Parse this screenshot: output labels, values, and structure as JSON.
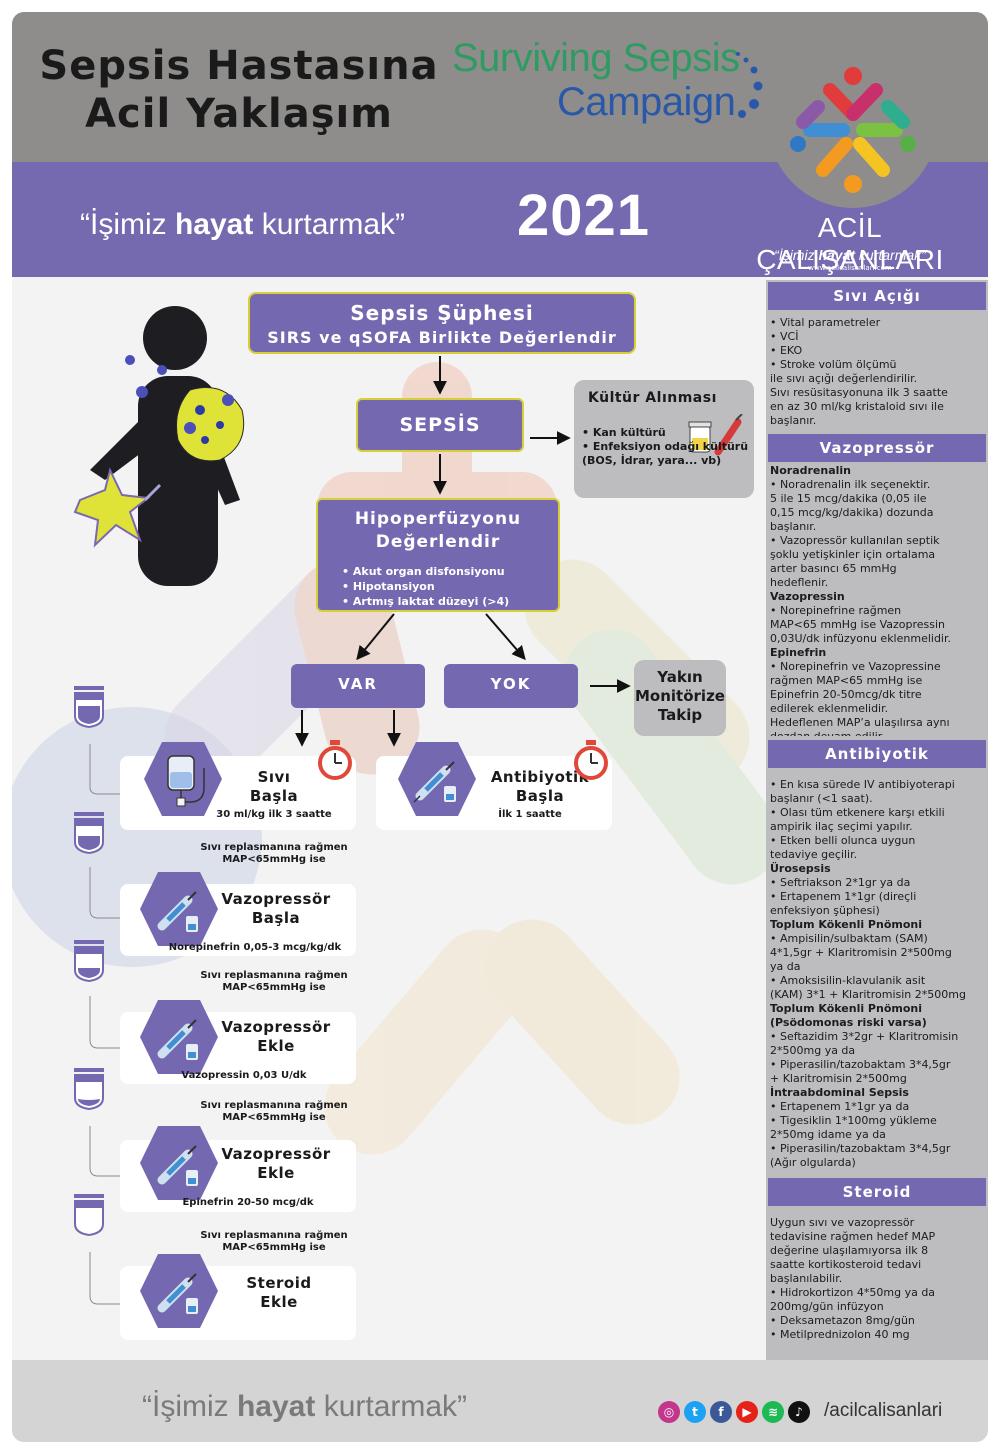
{
  "header": {
    "title_line1": "Sepsis Hastasına",
    "title_line2": "Acil Yaklaşım",
    "campaign_line1": "Surviving Sepsis",
    "campaign_line2": "Campaign",
    "year": "2021",
    "motto_open": "“İşimiz ",
    "motto_bold": "hayat",
    "motto_close": " kurtarmak”",
    "brand_name": "ACİL ÇALIŞANLARI",
    "brand_motto_open": "“İşimiz ",
    "brand_motto_bold": "hayat",
    "brand_motto_close": " kurtarmak”",
    "brand_url": "www.acilcalisanlari.com"
  },
  "flow": {
    "suspicion_title": "Sepsis Şüphesi",
    "suspicion_sub": "SIRS ve qSOFA Birlikte Değerlendir",
    "sepsis": "SEPSİS",
    "culture_title": "Kültür Alınması",
    "culture_items": [
      "• Kan kültürü",
      "• Enfeksiyon odağı kültürü",
      "(BOS, İdrar,  yara... vb)"
    ],
    "hypo_title_1": "Hipoperfüzyonu",
    "hypo_title_2": "Değerlendir",
    "hypo_items": [
      "• Akut organ disfonsiyonu",
      "• Hipotansiyon",
      "• Artmış laktat düzeyi (>4)"
    ],
    "var": "VAR",
    "yok": "YOK",
    "monitor_1": "Yakın",
    "monitor_2": "Monitörize",
    "monitor_3": "Takip"
  },
  "cards": {
    "fluid_title_1": "Sıvı",
    "fluid_title_2": "Başla",
    "fluid_sub": "30 ml/kg ilk 3 saatte",
    "abx_title_1": "Antibiyotik",
    "abx_title_2": "Başla",
    "abx_sub": "İlk 1 saatte",
    "vaso1_title_1": "Vazopressör",
    "vaso1_title_2": "Başla",
    "vaso1_sub": "Norepinefrin 0,05-3 mcg/kg/dk",
    "vaso2_title_1": "Vazopressör",
    "vaso2_title_2": "Ekle",
    "vaso2_sub": "Vazopressin 0,03 U/dk",
    "vaso3_title_1": "Vazopressör",
    "vaso3_title_2": "Ekle",
    "vaso3_sub": "Epinefrin 20-50 mcg/dk",
    "steroid_title_1": "Steroid",
    "steroid_title_2": "Ekle",
    "condition_1": "Sıvı replasmanına rağmen",
    "condition_2": "MAP<65mmHg ise"
  },
  "right": {
    "fluid_head": "Sıvı Açığı",
    "fluid_lines": [
      "• Vital parametreler",
      "• VCİ",
      "• EKO",
      "• Stroke volüm ölçümü",
      "ile sıvı açığı değerlendirilir.",
      "Sıvı resüsitasyonuna ilk 3 saatte",
      "en az 30 ml/kg kristaloid sıvı ile",
      "başlanır."
    ],
    "vaso_head": "Vazopressör",
    "vaso_lines": [
      {
        "t": "Noradrenalin",
        "b": true
      },
      {
        "t": "•  Noradrenalin ilk seçenektir.",
        "b": false
      },
      {
        "t": " 5 ile 15 mcg/dakika (0,05 ile",
        "b": false
      },
      {
        "t": " 0,15 mcg/kg/dakika) dozunda",
        "b": false
      },
      {
        "t": " başlanır.",
        "b": false
      },
      {
        "t": "•  Vazopressör kullanılan septik",
        "b": false
      },
      {
        "t": " şoklu yetişkinler için ortalama",
        "b": false
      },
      {
        "t": " arter basıncı 65 mmHg",
        "b": false
      },
      {
        "t": " hedeflenir.",
        "b": false
      },
      {
        "t": "Vazopressin",
        "b": true
      },
      {
        "t": "•  Norepinefrine rağmen",
        "b": false
      },
      {
        "t": " MAP<65 mmHg ise Vazopressin",
        "b": false
      },
      {
        "t": " 0,03U/dk infüzyonu eklenmelidir.",
        "b": false
      },
      {
        "t": "Epinefrin",
        "b": true
      },
      {
        "t": "•  Norepinefrin ve Vazopressine",
        "b": false
      },
      {
        "t": " rağmen MAP<65 mmHg ise",
        "b": false
      },
      {
        "t": " Epinefrin 20-50mcg/dk titre",
        "b": false
      },
      {
        "t": " edilerek eklenmelidir.",
        "b": false
      },
      {
        "t": " Hedeflenen MAP’a ulaşılırsa aynı",
        "b": false
      },
      {
        "t": " dozdan devam edilir.",
        "b": false
      }
    ],
    "abx_head": "Antibiyotik",
    "abx_lines": [
      {
        "t": "•  En kısa sürede IV antibiyoterapi",
        "b": false
      },
      {
        "t": " başlanır (<1 saat).",
        "b": false
      },
      {
        "t": "•  Olası tüm etkenere karşı etkili",
        "b": false
      },
      {
        "t": " ampirik ilaç seçimi yapılır.",
        "b": false
      },
      {
        "t": "•  Etken belli olunca uygun",
        "b": false
      },
      {
        "t": " tedaviye geçilir.",
        "b": false
      },
      {
        "t": "Ürosepsis",
        "b": true
      },
      {
        "t": "•  Seftriakson 2*1gr ya da",
        "b": false
      },
      {
        "t": "•  Ertapenem 1*1gr (direçli",
        "b": false
      },
      {
        "t": "enfeksiyon şüphesi)",
        "b": false
      },
      {
        "t": " Toplum Kökenli Pnömoni",
        "b": true
      },
      {
        "t": "•  Ampisilin/sulbaktam (SAM)",
        "b": false
      },
      {
        "t": "4*1,5gr + Klaritromisin 2*500mg",
        "b": false
      },
      {
        "t": "ya da",
        "b": false
      },
      {
        "t": "•  Amoksisilin-klavulanik asit",
        "b": false
      },
      {
        "t": "(KAM) 3*1 + Klaritromisin 2*500mg",
        "b": false
      },
      {
        "t": "Toplum Kökenli Pnömoni",
        "b": true
      },
      {
        "t": "(Psödomonas riski varsa)",
        "b": true
      },
      {
        "t": "•  Seftazidim 3*2gr + Klaritromisin",
        "b": false
      },
      {
        "t": "2*500mg ya da",
        "b": false
      },
      {
        "t": "•  Piperasilin/tazobaktam 3*4,5gr",
        "b": false
      },
      {
        "t": "+ Klaritromisin 2*500mg",
        "b": false
      },
      {
        "t": "İntraabdominal Sepsis",
        "b": true
      },
      {
        "t": "•  Ertapenem 1*1gr ya da",
        "b": false
      },
      {
        "t": "•  Tigesiklin 1*100mg yükleme",
        "b": false
      },
      {
        "t": "2*50mg idame ya da",
        "b": false
      },
      {
        "t": "•  Piperasilin/tazobaktam 3*4,5gr",
        "b": false
      },
      {
        "t": "(Ağır olgularda)",
        "b": false
      }
    ],
    "steroid_head": "Steroid",
    "steroid_lines": [
      "Uygun sıvı ve vazopressör",
      "tedavisine rağmen hedef MAP",
      "değerine ulaşılamıyorsa ilk 8",
      " saatte kortikosteroid tedavi",
      "başlanılabilir.",
      "•  Hidrokortizon 4*50mg ya da",
      "200mg/gün infüzyon",
      "•  Deksametazon 8mg/gün",
      "•  Metilprednizolon 40 mg"
    ]
  },
  "footer": {
    "motto_open": "“İşimiz ",
    "motto_bold": "hayat",
    "motto_close": " kurtarmak”",
    "handle": "/acilcalisanlari",
    "social_icons": [
      "instagram-icon",
      "twitter-icon",
      "facebook-icon",
      "youtube-icon",
      "spotify-icon",
      "tiktok-icon"
    ]
  },
  "colors": {
    "purple": "#7469b1",
    "grey": "#8f8d8c",
    "yellow_border": "#d8cf37",
    "clock": "#e0483a"
  }
}
